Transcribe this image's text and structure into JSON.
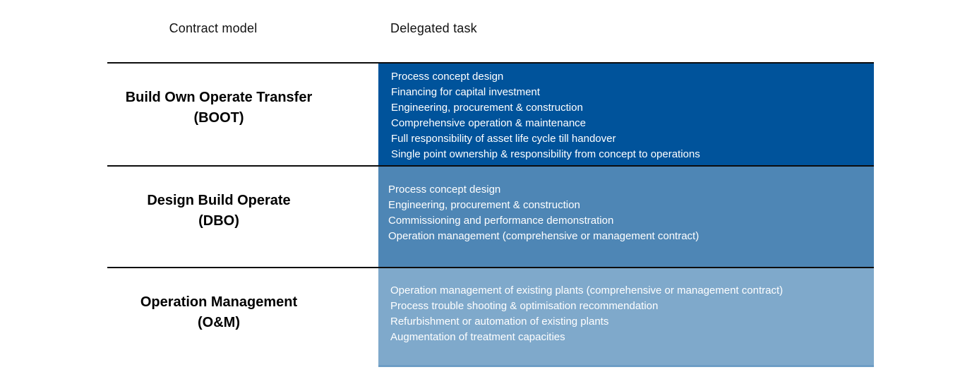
{
  "header": {
    "contract_model": "Contract model",
    "delegated_task": "Delegated task"
  },
  "colors": {
    "row1_bg": "#00539b",
    "row2_bg": "#4e86b5",
    "row3_bg": "#7fa9cb",
    "divider": "#0d0d0d",
    "task_text": "#ffffff",
    "label_text": "#000000"
  },
  "rows": [
    {
      "model": "Build Own Operate Transfer",
      "abbreviation": "(BOOT)",
      "tasks": [
        "Process concept design",
        "Financing for capital investment",
        "Engineering, procurement & construction",
        "Comprehensive operation & maintenance",
        "Full responsibility of asset life cycle till handover",
        "Single point ownership & responsibility from concept to operations"
      ]
    },
    {
      "model": "Design Build Operate",
      "abbreviation": "(DBO)",
      "tasks": [
        "Process concept design",
        "Engineering, procurement & construction",
        "Commissioning and performance demonstration",
        "Operation management (comprehensive or management contract)"
      ]
    },
    {
      "model": "Operation Management",
      "abbreviation": "(O&M)",
      "tasks": [
        "Operation management of existing plants (comprehensive or management contract)",
        "Process trouble shooting & optimisation recommendation",
        "Refurbishment or automation of existing plants",
        "Augmentation of treatment capacities"
      ]
    }
  ]
}
